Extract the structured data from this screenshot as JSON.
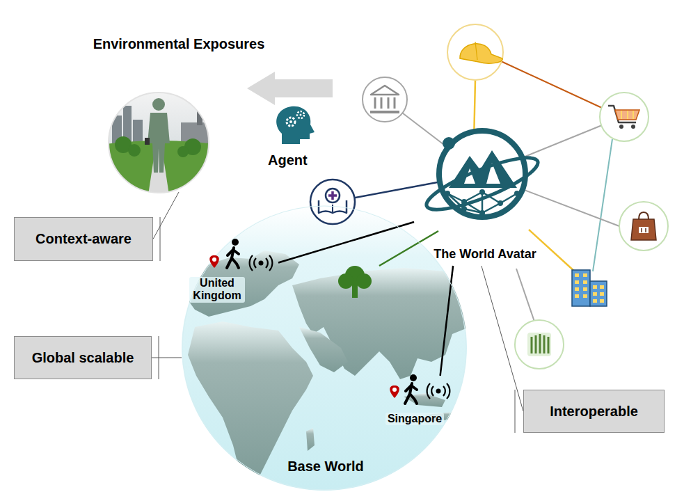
{
  "diagram": {
    "nodes": [
      {
        "text": [
          "Environmental Exposures"
        ]
      },
      {
        "text": [
          "The World Avatar"
        ]
      },
      {
        "text": [
          "Context-aware"
        ]
      },
      {
        "text": [
          "Base World"
        ]
      },
      {
        "text": [
          "United Kingdom"
        ],
        "in": 3
      },
      {
        "text": [
          "Global scalable"
        ]
      },
      {
        "text": [
          "Singapore"
        ],
        "in": 3
      },
      {
        "text": [
          "Interoperable"
        ]
      }
    ],
    "edges": [
      {
        "from": 1,
        "to": 4,
        "arrow": "none"
      },
      {
        "from": 1,
        "to": 6,
        "arrow": "none"
      },
      {
        "from": 2,
        "to": 0,
        "arrow": "none"
      },
      {
        "from": 5,
        "to": 3,
        "arrow": "none"
      },
      {
        "from": 1,
        "to": 7,
        "arrow": "none"
      }
    ],
    "labels": [
      "Agent"
    ]
  }
}
